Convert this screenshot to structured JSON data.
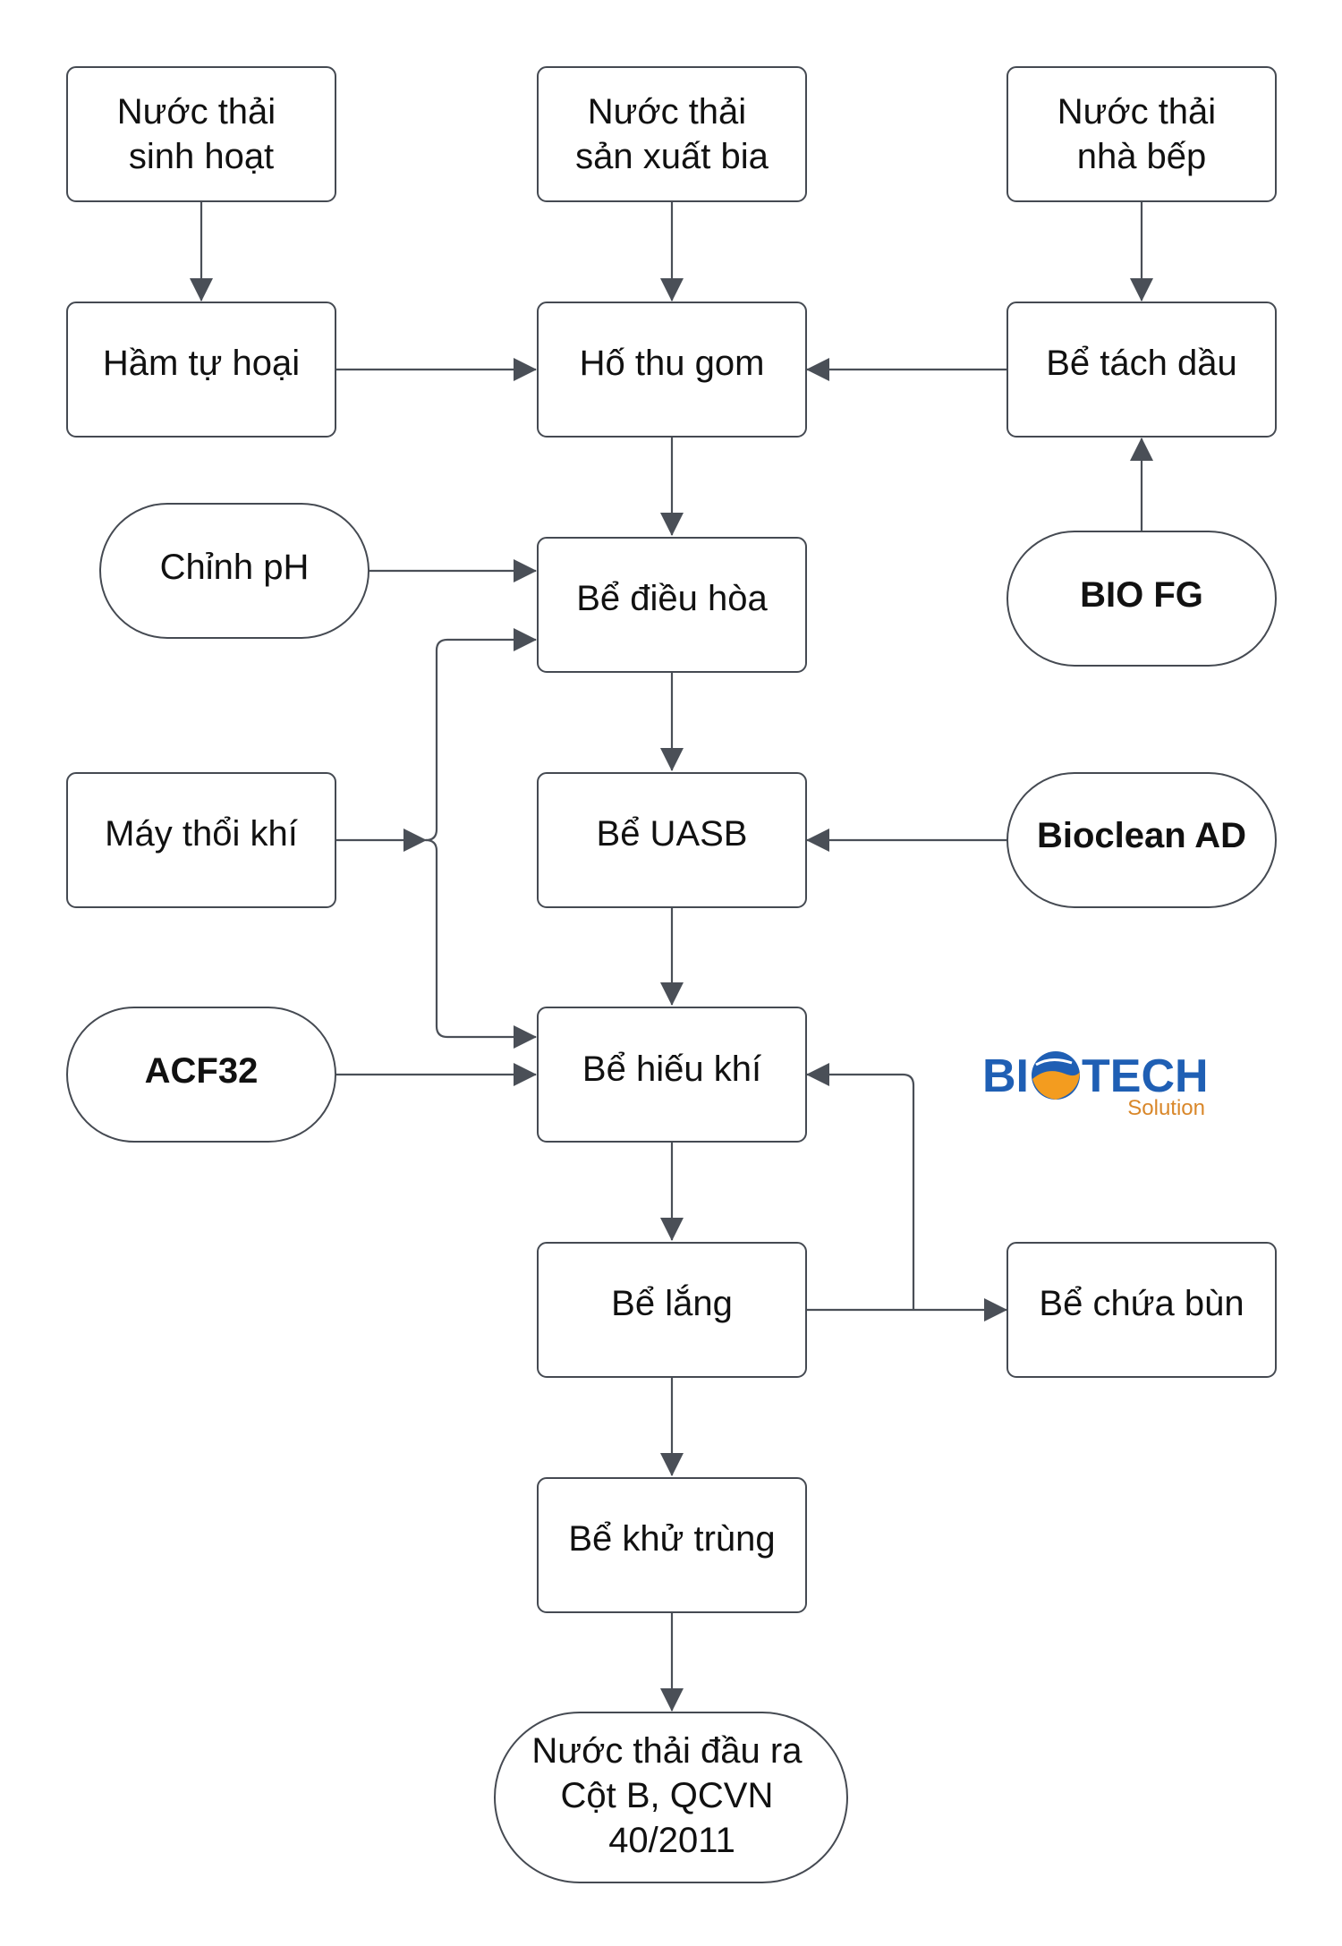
{
  "colors": {
    "box_stroke": "#454a52",
    "edge": "#4a4f57",
    "text": "#111111",
    "logo_blue": "#1f5fb4",
    "logo_orange": "#f39c1f",
    "logo_sub": "#d9872a"
  },
  "nodes": {
    "nuoc_thai_sinh_hoat": {
      "lines": [
        "Nước thải",
        "sinh hoạt"
      ]
    },
    "nuoc_thai_san_xuat_bia": {
      "lines": [
        "Nước thải",
        "sản xuất bia"
      ]
    },
    "nuoc_thai_nha_bep": {
      "lines": [
        "Nước thải",
        "nhà bếp"
      ]
    },
    "ham_tu_hoai": {
      "lines": [
        "Hầm tự hoại"
      ]
    },
    "ho_thu_gom": {
      "lines": [
        "Hố thu gom"
      ]
    },
    "be_tach_dau": {
      "lines": [
        "Bể tách dầu"
      ]
    },
    "chinh_ph": {
      "lines": [
        "Chỉnh pH"
      ]
    },
    "be_dieu_hoa": {
      "lines": [
        "Bể điều hòa"
      ]
    },
    "bio_fg": {
      "lines": [
        "BIO FG"
      ]
    },
    "may_thoi_khi": {
      "lines": [
        "Máy thổi khí"
      ]
    },
    "be_uasb": {
      "lines": [
        "Bể UASB"
      ]
    },
    "bioclean_ad": {
      "lines": [
        "Bioclean AD"
      ]
    },
    "acf32": {
      "lines": [
        "ACF32"
      ]
    },
    "be_hieu_khi": {
      "lines": [
        "Bể hiếu khí"
      ]
    },
    "be_lang": {
      "lines": [
        "Bể lắng"
      ]
    },
    "be_chua_bun": {
      "lines": [
        "Bể chứa bùn"
      ]
    },
    "be_khu_trung": {
      "lines": [
        "Bể khử trùng"
      ]
    },
    "nuoc_thai_dau_ra": {
      "lines": [
        "Nước thải đầu ra",
        "Cột B, QCVN",
        "40/2011"
      ]
    }
  },
  "logo": {
    "text_left": "BI",
    "text_right": "TECH",
    "text_sub": "Solution"
  }
}
